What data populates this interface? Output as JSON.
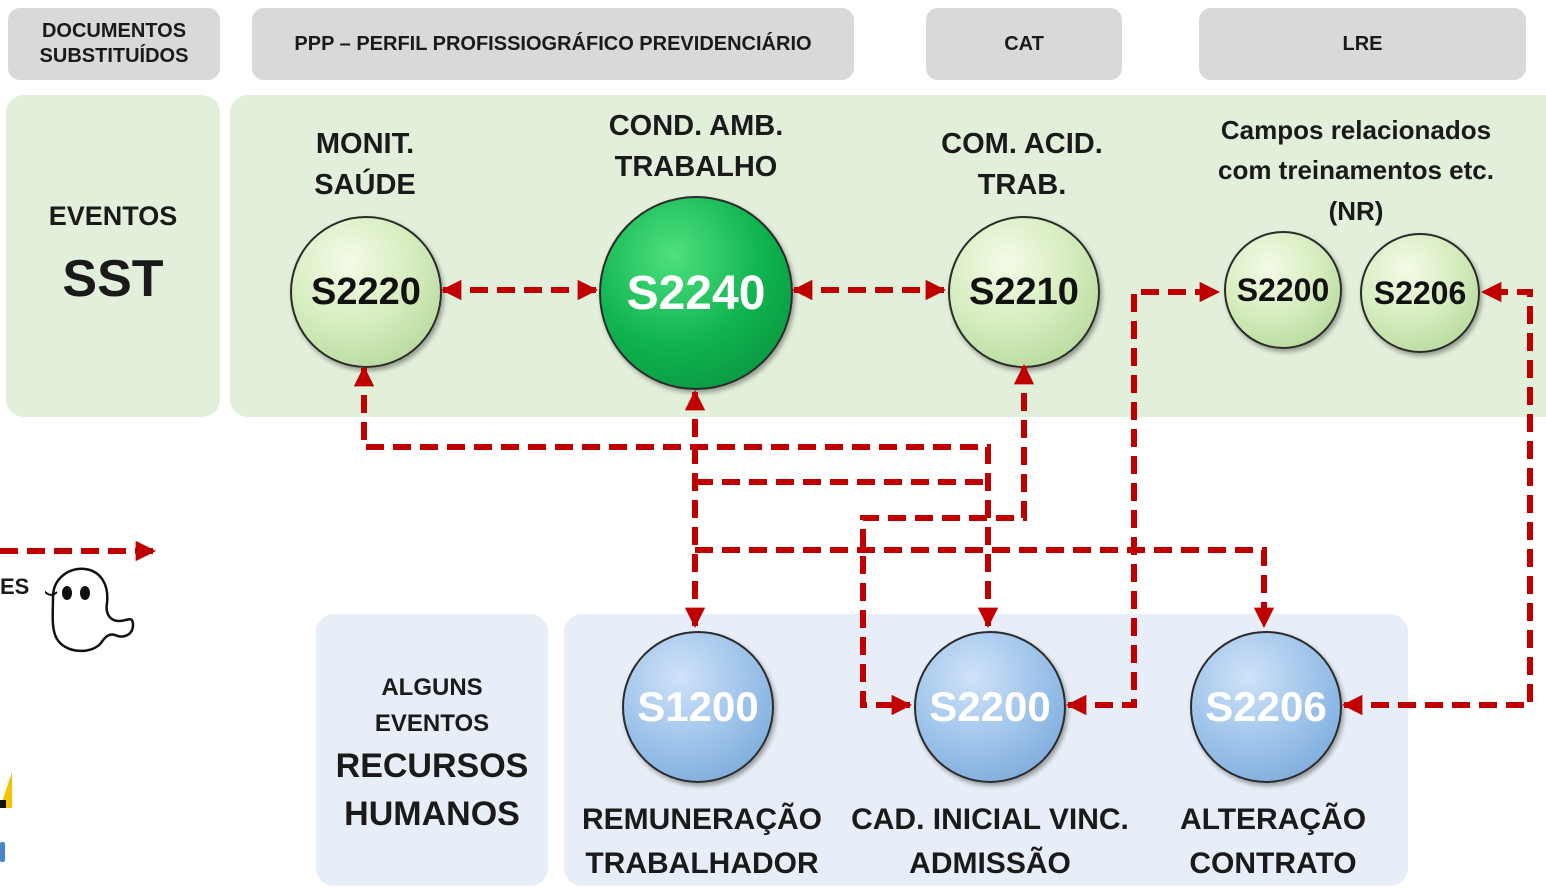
{
  "headers": {
    "docs": "DOCUMENTOS SUBSTITUÍDOS",
    "ppp": "PPP – PERFIL PROFISSIOGRÁFICO PREVIDENCIÁRIO",
    "cat": "CAT",
    "lre": "LRE"
  },
  "sst": {
    "line1": "EVENTOS",
    "line2": "SST"
  },
  "sst_nodes": [
    {
      "label_line1": "MONIT.",
      "label_line2": "SAÚDE",
      "code": "S2220"
    },
    {
      "label_line1": "COND. AMB.",
      "label_line2": "TRABALHO",
      "code": "S2240"
    },
    {
      "label_line1": "COM. ACID.",
      "label_line2": "TRAB.",
      "code": "S2210"
    },
    {
      "label_line1": "Campos relacionados",
      "label_line2": "com treinamentos etc.",
      "label_line3": "(NR)",
      "code_a": "S2200",
      "code_b": "S2206"
    }
  ],
  "hr": {
    "line1": "ALGUNS",
    "line2": "EVENTOS",
    "line3": "RECURSOS",
    "line4": "HUMANOS"
  },
  "hr_nodes": [
    {
      "code": "S1200",
      "label_line1": "REMUNERAÇÃO",
      "label_line2": "TRABALHADOR"
    },
    {
      "code": "S2200",
      "label_line1": "CAD. INICIAL VINC.",
      "label_line2": "ADMISSÃO"
    },
    {
      "code": "S2206",
      "label_line1": "ALTERAÇÃO",
      "label_line2": "CONTRATO"
    }
  ],
  "left_fragment": {
    "text": "ES"
  },
  "colors": {
    "arrow": "#c00000",
    "dark_green": "#10b450",
    "light_green": "#d7edbf",
    "blue": "#9dc3ea"
  },
  "icons": [
    "ghost-icon"
  ]
}
